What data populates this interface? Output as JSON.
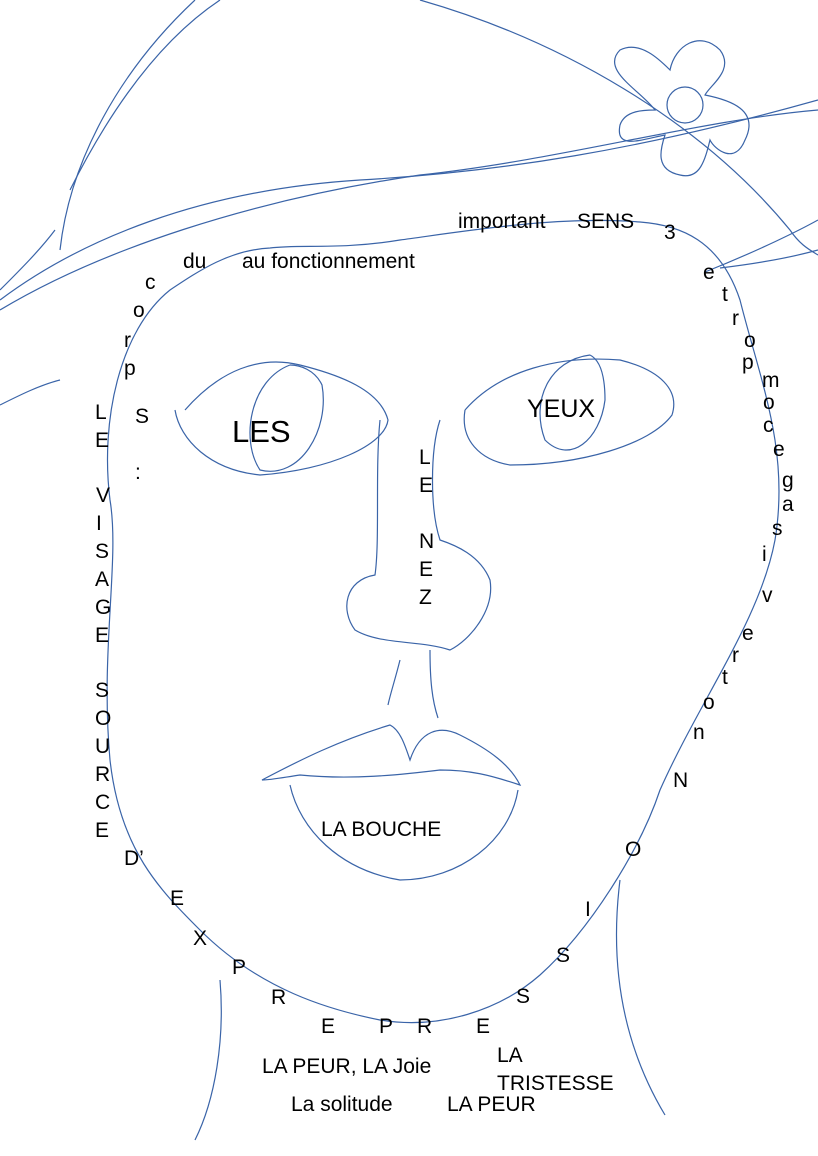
{
  "colors": {
    "stroke": "#3a64a8",
    "text": "#000000"
  },
  "forehead": {
    "du": "du",
    "au_fonctionnement": "au fonctionnement",
    "important": "important",
    "sens": "SENS",
    "three": "3"
  },
  "corps_letters": [
    "c",
    "o",
    "r",
    "p",
    "S",
    ":"
  ],
  "right_letters": [
    "e",
    "t",
    "r",
    "o",
    "p",
    "m",
    "o",
    "c",
    "e",
    "g",
    "a",
    "s",
    "i",
    "v",
    "e",
    "r",
    "t",
    "o",
    "n",
    "N",
    "O",
    "I",
    "S",
    "S"
  ],
  "bottom_letters": [
    "E",
    "R",
    "P",
    "E",
    "R",
    "P",
    "X",
    "E",
    "D’"
  ],
  "left_letters": [
    "L",
    "E",
    "V",
    "I",
    "S",
    "A",
    "G",
    "E",
    "S",
    "O",
    "U",
    "R",
    "C",
    "E"
  ],
  "eyes": {
    "les": "LES",
    "yeux": "YEUX"
  },
  "nose_letters": [
    "L",
    "E",
    "N",
    "E",
    "Z"
  ],
  "mouth": "LA BOUCHE",
  "emotions": {
    "peur_joie": "LA PEUR, LA Joie",
    "la": "LA",
    "tristesse": "TRISTESSE",
    "solitude": "La solitude",
    "peur": "LA PEUR"
  }
}
